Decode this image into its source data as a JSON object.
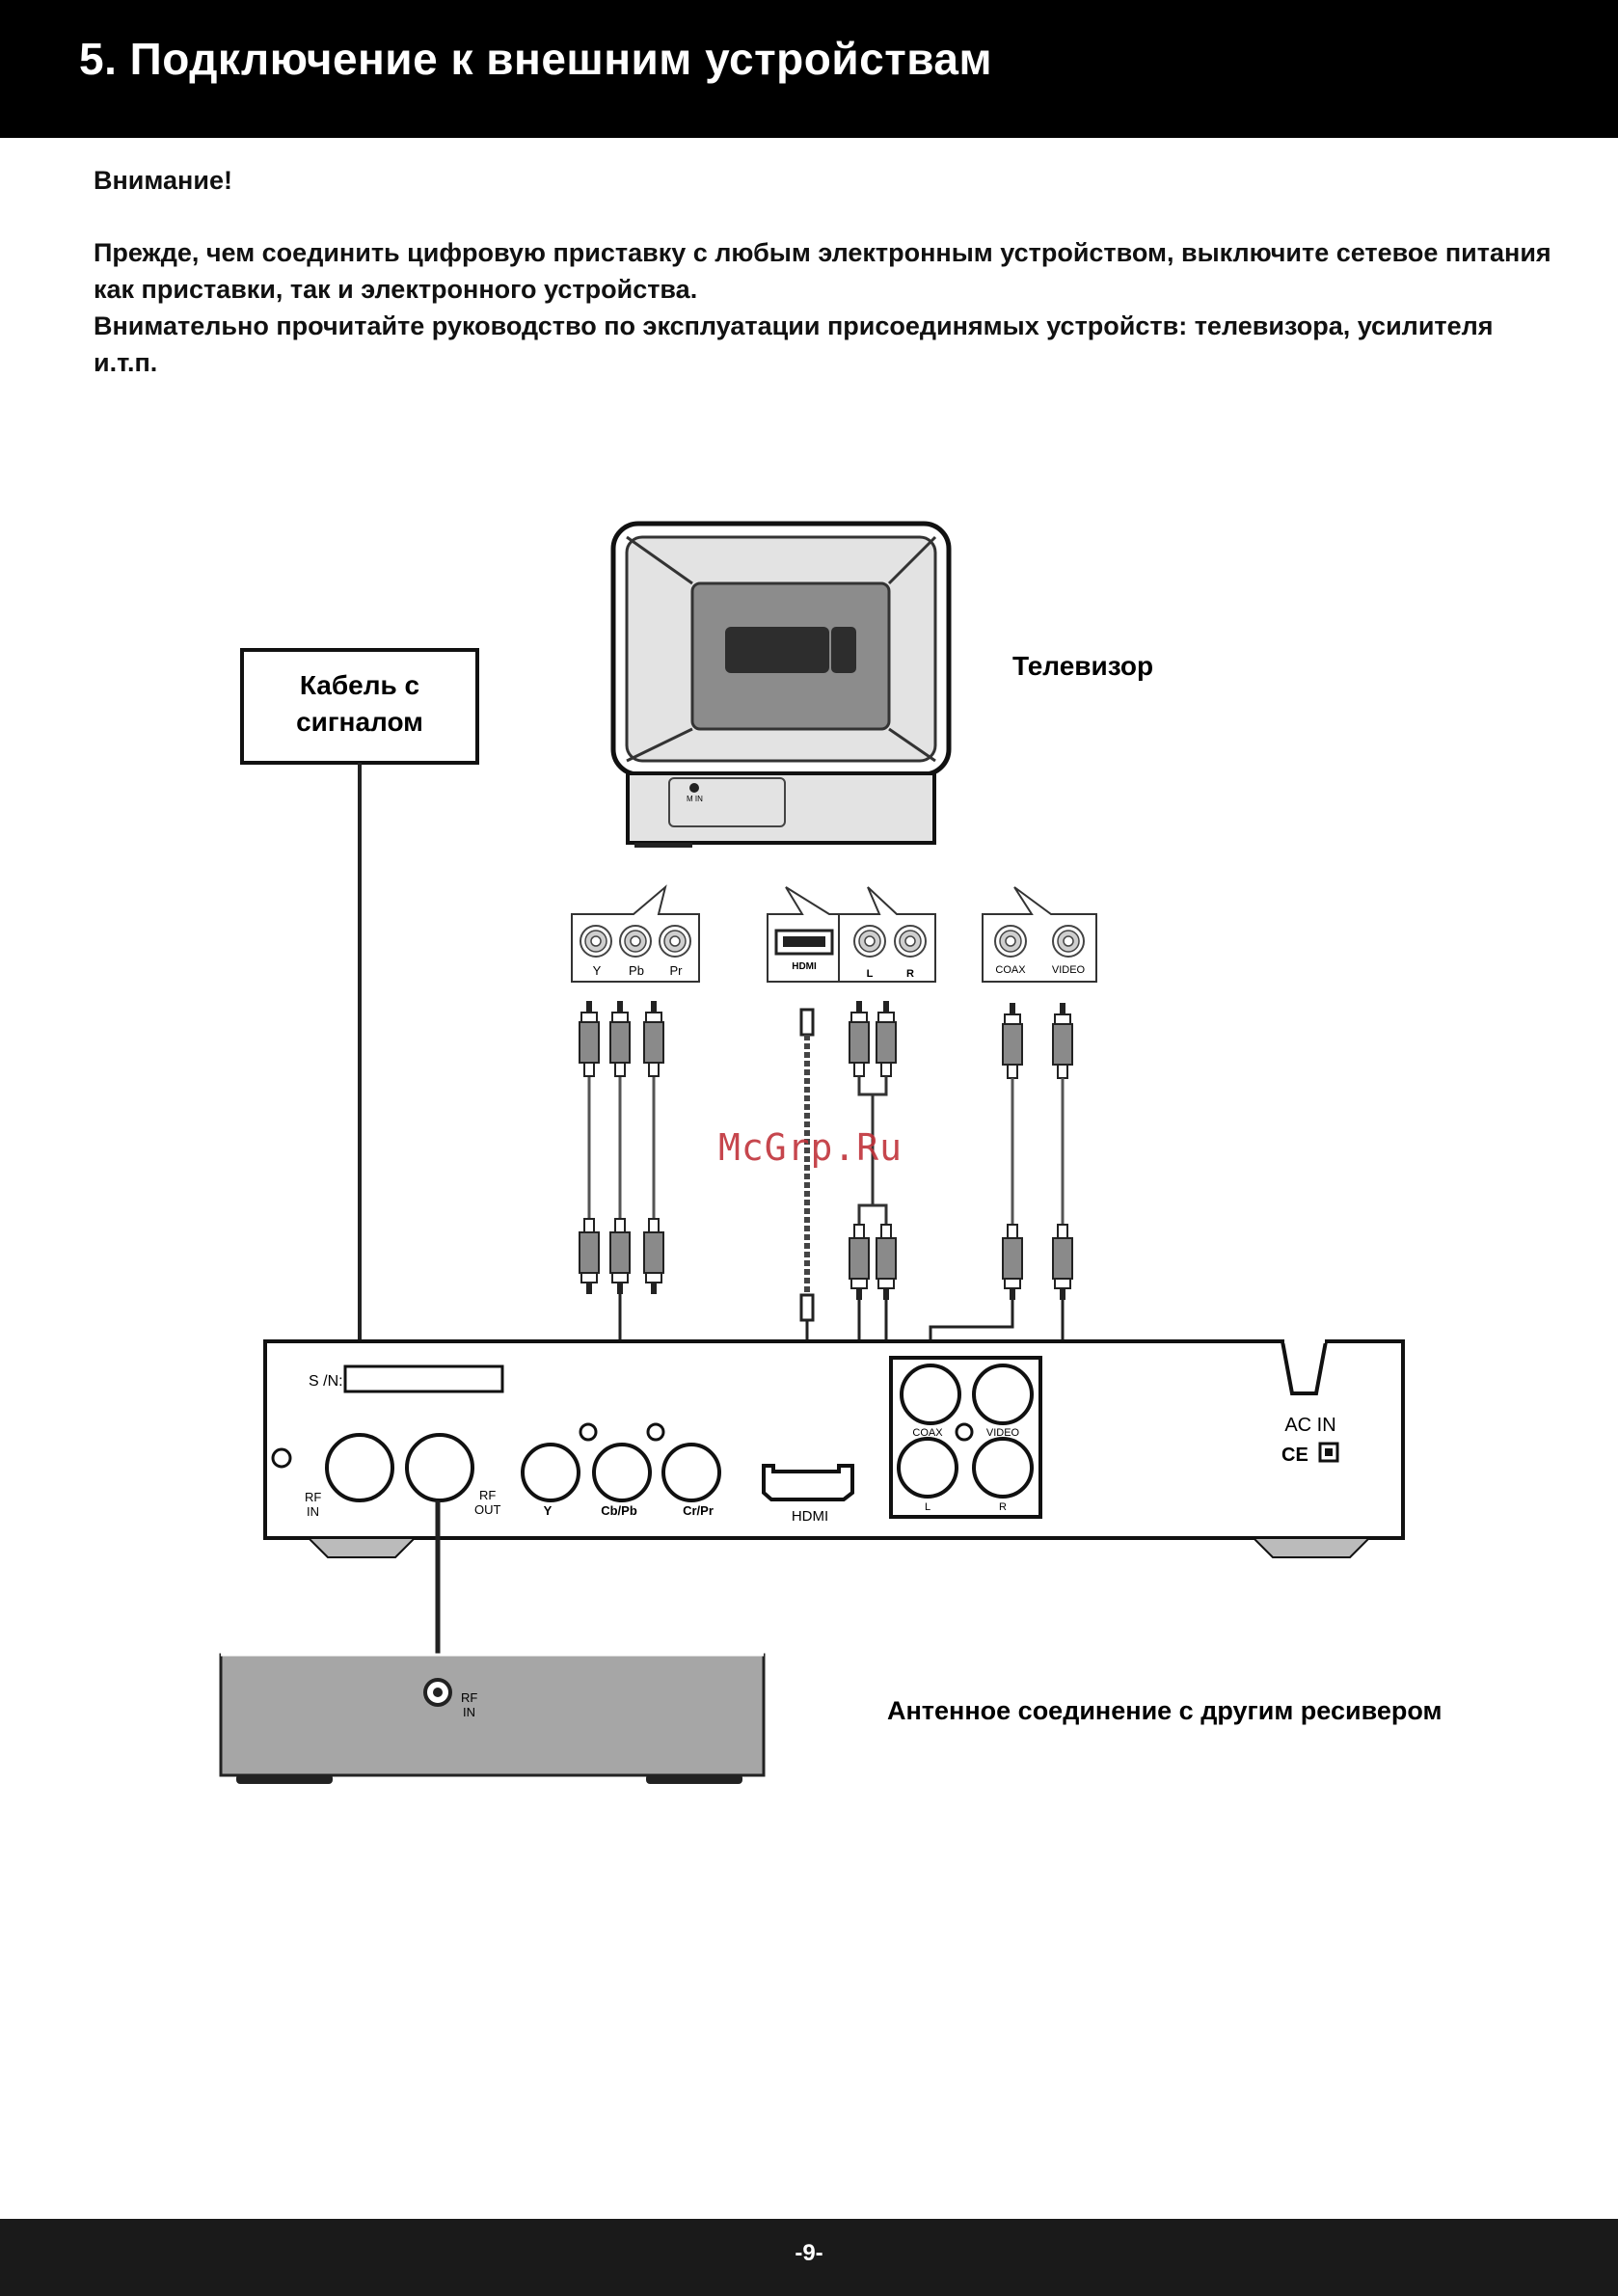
{
  "header": {
    "title": "5. Подключение к внешним устройствам"
  },
  "notice": {
    "title": "Внимание!",
    "lines": [
      "Прежде, чем соединить цифровую приставку с любым электронным устройством, выключите сетевое питания",
      "как приставки, так и электронного устройства.",
      "Внимательно прочитайте руководство по эксплуатации присоединямых устройств: телевизора, усилителя и.т.п."
    ]
  },
  "diagram": {
    "cable_box": {
      "line1": "Кабель с",
      "line2": "сигналом"
    },
    "tv_label": "Телевизор",
    "tv_port_label": "M IN",
    "component_jacks": [
      "Y",
      "Pb",
      "Pr"
    ],
    "hdmi_jack": "HDMI",
    "audio_jacks": [
      "L",
      "R"
    ],
    "coax_video_jacks": [
      "COAX",
      "VIDEO"
    ],
    "watermark": "McGrp.Ru",
    "stb": {
      "serial_label": "S /N:",
      "rf_in_1": "RF",
      "rf_in_2": "IN",
      "rf_out_1": "RF",
      "rf_out_2": "OUT",
      "y": "Y",
      "cb": "Cb/Pb",
      "cr": "Cr/Pr",
      "hdmi": "HDMI",
      "coax": "COAX",
      "video": "VIDEO",
      "l": "L",
      "r": "R",
      "ac_in": "AC IN",
      "ce_mark": "CE"
    },
    "receiver": {
      "rf_1": "RF",
      "rf_2": "IN"
    },
    "receiver_caption": "Антенное соединение с другим ресивером"
  },
  "footer": {
    "page": "-9-"
  }
}
